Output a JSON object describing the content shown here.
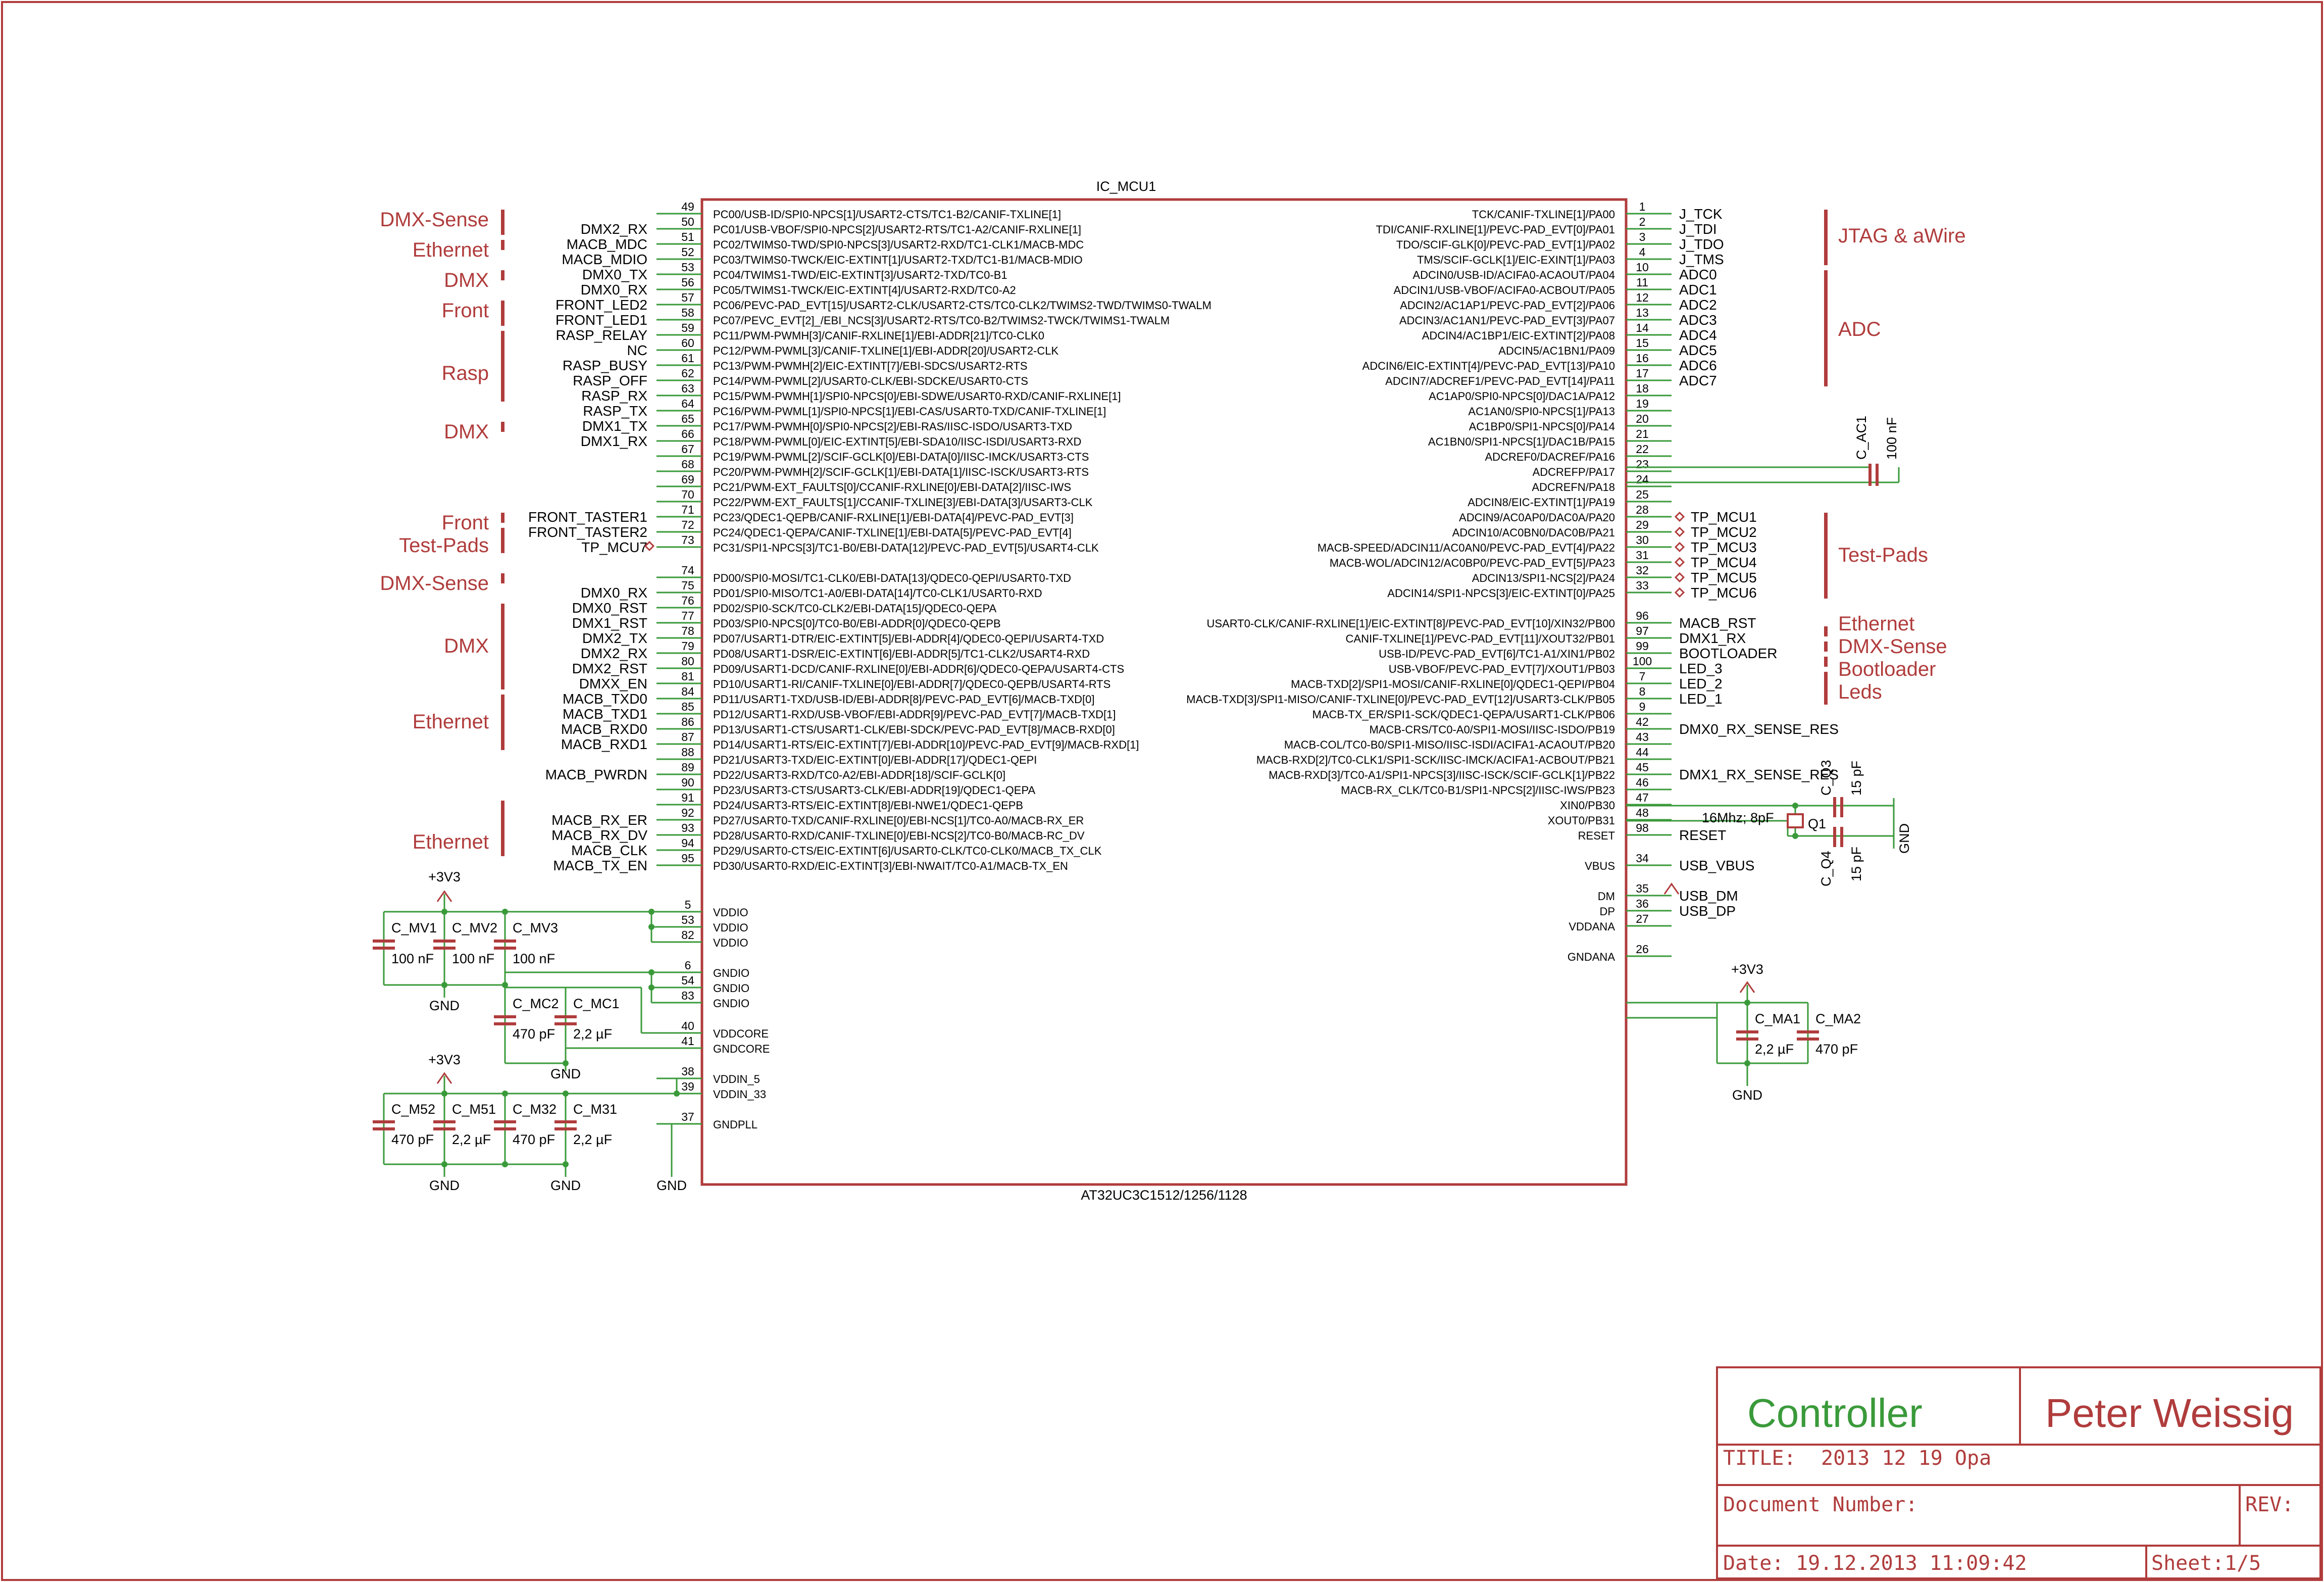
{
  "colors": {
    "frame": "#b03c3c",
    "wire": "#3a9a3a",
    "text": "#000000",
    "group_label": "#b03c3c",
    "title_green": "#3a9a3a",
    "title_red": "#b03c3c"
  },
  "chip": {
    "name": "IC_MCU1",
    "part": "AT32UC3C1512/1256/1128",
    "left_pins": [
      {
        "num": "49",
        "func": "PC00/USB-ID/SPI0-NPCS[1]/USART2-CTS/TC1-B2/CANIF-TXLINE[1]",
        "net": ""
      },
      {
        "num": "50",
        "func": "PC01/USB-VBOF/SPI0-NPCS[2]/USART2-RTS/TC1-A2/CANIF-RXLINE[1]",
        "net": "DMX2_RX"
      },
      {
        "num": "51",
        "func": "PC02/TWIMS0-TWD/SPI0-NPCS[3]/USART2-RXD/TC1-CLK1/MACB-MDC",
        "net": "MACB_MDC"
      },
      {
        "num": "52",
        "func": "PC03/TWIMS0-TWCK/EIC-EXTINT[1]/USART2-TXD/TC1-B1/MACB-MDIO",
        "net": "MACB_MDIO"
      },
      {
        "num": "53",
        "func": "PC04/TWIMS1-TWD/EIC-EXTINT[3]/USART2-TXD/TC0-B1",
        "net": "DMX0_TX"
      },
      {
        "num": "56",
        "func": "PC05/TWIMS1-TWCK/EIC-EXTINT[4]/USART2-RXD/TC0-A2",
        "net": "DMX0_RX"
      },
      {
        "num": "57",
        "func": "PC06/PEVC-PAD_EVT[15]/USART2-CLK/USART2-CTS/TC0-CLK2/TWIMS2-TWD/TWIMS0-TWALM",
        "net": "FRONT_LED2"
      },
      {
        "num": "58",
        "func": "PC07/PEVC_EVT[2]_/EBI_NCS[3]/USART2-RTS/TC0-B2/TWIMS2-TWCK/TWIMS1-TWALM",
        "net": "FRONT_LED1"
      },
      {
        "num": "59",
        "func": "PC11/PWM-PWMH[3]/CANIF-RXLINE[1]/EBI-ADDR[21]/TC0-CLK0",
        "net": "RASP_RELAY"
      },
      {
        "num": "60",
        "func": "PC12/PWM-PWML[3]/CANIF-TXLINE[1]/EBI-ADDR[20]/USART2-CLK",
        "net": "NC"
      },
      {
        "num": "61",
        "func": "PC13/PWM-PWMH[2]/EIC-EXTINT[7]/EBI-SDCS/USART2-RTS",
        "net": "RASP_BUSY"
      },
      {
        "num": "62",
        "func": "PC14/PWM-PWML[2]/USART0-CLK/EBI-SDCKE/USART0-CTS",
        "net": "RASP_OFF"
      },
      {
        "num": "63",
        "func": "PC15/PWM-PWMH[1]/SPI0-NPCS[0]/EBI-SDWE/USART0-RXD/CANIF-RXLINE[1]",
        "net": "RASP_RX"
      },
      {
        "num": "64",
        "func": "PC16/PWM-PWML[1]/SPI0-NPCS[1]/EBI-CAS/USART0-TXD/CANIF-TXLINE[1]",
        "net": "RASP_TX"
      },
      {
        "num": "65",
        "func": "PC17/PWM-PWMH[0]/SPI0-NPCS[2]/EBI-RAS/IISC-ISDO/USART3-TXD",
        "net": "DMX1_TX"
      },
      {
        "num": "66",
        "func": "PC18/PWM-PWML[0]/EIC-EXTINT[5]/EBI-SDA10/IISC-ISDI/USART3-RXD",
        "net": "DMX1_RX"
      },
      {
        "num": "67",
        "func": "PC19/PWM-PWML[2]/SCIF-GCLK[0]/EBI-DATA[0]/IISC-IMCK/USART3-CTS",
        "net": ""
      },
      {
        "num": "68",
        "func": "PC20/PWM-PWMH[2]/SCIF-GCLK[1]/EBI-DATA[1]/IISC-ISCK/USART3-RTS",
        "net": ""
      },
      {
        "num": "69",
        "func": "PC21/PWM-EXT_FAULTS[0]/CCANIF-RXLINE[0]/EBI-DATA[2]/IISC-IWS",
        "net": ""
      },
      {
        "num": "70",
        "func": "PC22/PWM-EXT_FAULTS[1]/CCANIF-TXLINE[3]/EBI-DATA[3]/USART3-CLK",
        "net": ""
      },
      {
        "num": "71",
        "func": "PC23/QDEC1-QEPB/CANIF-RXLINE[1]/EBI-DATA[4]/PEVC-PAD_EVT[3]",
        "net": "FRONT_TASTER1"
      },
      {
        "num": "72",
        "func": "PC24/QDEC1-QEPA/CANIF-TXLINE[1]/EBI-DATA[5]/PEVC-PAD_EVT[4]",
        "net": "FRONT_TASTER2"
      },
      {
        "num": "73",
        "func": "PC31/SPI1-NPCS[3]/TC1-B0/EBI-DATA[12]/PEVC-PAD_EVT[5]/USART4-CLK",
        "net": "TP_MCU7"
      },
      {
        "num": "74",
        "func": "PD00/SPI0-MOSI/TC1-CLK0/EBI-DATA[13]/QDEC0-QEPI/USART0-TXD",
        "net": ""
      },
      {
        "num": "75",
        "func": "PD01/SPI0-MISO/TC1-A0/EBI-DATA[14]/TC0-CLK1/USART0-RXD",
        "net": "DMX0_RX"
      },
      {
        "num": "76",
        "func": "PD02/SPI0-SCK/TC0-CLK2/EBI-DATA[15]/QDEC0-QEPA",
        "net": "DMX0_RST"
      },
      {
        "num": "77",
        "func": "PD03/SPI0-NPCS[0]/TC0-B0/EBI-ADDR[0]/QDEC0-QEPB",
        "net": "DMX1_RST"
      },
      {
        "num": "78",
        "func": "PD07/USART1-DTR/EIC-EXTINT[5]/EBI-ADDR[4]/QDEC0-QEPI/USART4-TXD",
        "net": "DMX2_TX"
      },
      {
        "num": "79",
        "func": "PD08/USART1-DSR/EIC-EXTINT[6]/EBI-ADDR[5]/TC1-CLK2/USART4-RXD",
        "net": "DMX2_RX"
      },
      {
        "num": "80",
        "func": "PD09/USART1-DCD/CANIF-RXLINE[0]/EBI-ADDR[6]/QDEC0-QEPA/USART4-CTS",
        "net": "DMX2_RST"
      },
      {
        "num": "81",
        "func": "PD10/USART1-RI/CANIF-TXLINE[0]/EBI-ADDR[7]/QDEC0-QEPB/USART4-RTS",
        "net": "DMXX_EN"
      },
      {
        "num": "84",
        "func": "PD11/USART1-TXD/USB-ID/EBI-ADDR[8]/PEVC-PAD_EVT[6]/MACB-TXD[0]",
        "net": "MACB_TXD0"
      },
      {
        "num": "85",
        "func": "PD12/USART1-RXD/USB-VBOF/EBI-ADDR[9]/PEVC-PAD_EVT[7]/MACB-TXD[1]",
        "net": "MACB_TXD1"
      },
      {
        "num": "86",
        "func": "PD13/USART1-CTS/USART1-CLK/EBI-SDCK/PEVC-PAD_EVT[8]/MACB-RXD[0]",
        "net": "MACB_RXD0"
      },
      {
        "num": "87",
        "func": "PD14/USART1-RTS/EIC-EXTINT[7]/EBI-ADDR[10]/PEVC-PAD_EVT[9]/MACB-RXD[1]",
        "net": "MACB_RXD1"
      },
      {
        "num": "88",
        "func": "PD21/USART3-TXD/EIC-EXTINT[0]/EBI-ADDR[17]/QDEC1-QEPI",
        "net": ""
      },
      {
        "num": "89",
        "func": "PD22/USART3-RXD/TC0-A2/EBI-ADDR[18]/SCIF-GCLK[0]",
        "net": "MACB_PWRDN"
      },
      {
        "num": "90",
        "func": "PD23/USART3-CTS/USART3-CLK/EBI-ADDR[19]/QDEC1-QEPA",
        "net": ""
      },
      {
        "num": "91",
        "func": "PD24/USART3-RTS/EIC-EXTINT[8]/EBI-NWE1/QDEC1-QEPB",
        "net": ""
      },
      {
        "num": "92",
        "func": "PD27/USART0-TXD/CANIF-RXLINE[0]/EBI-NCS[1]/TC0-A0/MACB-RX_ER",
        "net": "MACB_RX_ER"
      },
      {
        "num": "93",
        "func": "PD28/USART0-RXD/CANIF-TXLINE[0]/EBI-NCS[2]/TC0-B0/MACB-RC_DV",
        "net": "MACB_RX_DV"
      },
      {
        "num": "94",
        "func": "PD29/USART0-CTS/EIC-EXTINT[6]/USART0-CLK/TC0-CLK0/MACB_TX_CLK",
        "net": "MACB_CLK"
      },
      {
        "num": "95",
        "func": "PD30/USART0-RXD/EIC-EXTINT[3]/EBI-NWAIT/TC0-A1/MACB-TX_EN",
        "net": "MACB_TX_EN"
      }
    ],
    "left_power_pins": [
      {
        "num": "5",
        "func": "VDDIO"
      },
      {
        "num": "53",
        "func": "VDDIO"
      },
      {
        "num": "82",
        "func": "VDDIO"
      },
      {
        "num": "6",
        "func": "GNDIO"
      },
      {
        "num": "54",
        "func": "GNDIO"
      },
      {
        "num": "83",
        "func": "GNDIO"
      },
      {
        "num": "40",
        "func": "VDDCORE"
      },
      {
        "num": "41",
        "func": "GNDCORE"
      },
      {
        "num": "38",
        "func": "VDDIN_5"
      },
      {
        "num": "39",
        "func": "VDDIN_33"
      },
      {
        "num": "37",
        "func": "GNDPLL"
      }
    ],
    "right_pins": [
      {
        "num": "1",
        "func": "TCK/CANIF-TXLINE[1]/PA00",
        "net": "J_TCK"
      },
      {
        "num": "2",
        "func": "TDI/CANIF-RXLINE[1]/PEVC-PAD_EVT[0]/PA01",
        "net": "J_TDI"
      },
      {
        "num": "3",
        "func": "TDO/SCIF-GLK[0]/PEVC-PAD_EVT[1]/PA02",
        "net": "J_TDO"
      },
      {
        "num": "4",
        "func": "TMS/SCIF-GCLK[1]/EIC-EXINT[1]/PA03",
        "net": "J_TMS"
      },
      {
        "num": "10",
        "func": "ADCIN0/USB-ID/ACIFA0-ACAOUT/PA04",
        "net": "ADC0"
      },
      {
        "num": "11",
        "func": "ADCIN1/USB-VBOF/ACIFA0-ACBOUT/PA05",
        "net": "ADC1"
      },
      {
        "num": "12",
        "func": "ADCIN2/AC1AP1/PEVC-PAD_EVT[2]/PA06",
        "net": "ADC2"
      },
      {
        "num": "13",
        "func": "ADCIN3/AC1AN1/PEVC-PAD_EVT[3]/PA07",
        "net": "ADC3"
      },
      {
        "num": "14",
        "func": "ADCIN4/AC1BP1/EIC-EXTINT[2]/PA08",
        "net": "ADC4"
      },
      {
        "num": "15",
        "func": "ADCIN5/AC1BN1/PA09",
        "net": "ADC5"
      },
      {
        "num": "16",
        "func": "ADCIN6/EIC-EXTINT[4]/PEVC-PAD_EVT[13]/PA10",
        "net": "ADC6"
      },
      {
        "num": "17",
        "func": "ADCIN7/ADCREF1/PEVC-PAD_EVT[14]/PA11",
        "net": "ADC7"
      },
      {
        "num": "18",
        "func": "AC1AP0/SPI0-NPCS[0]/DAC1A/PA12",
        "net": ""
      },
      {
        "num": "19",
        "func": "AC1AN0/SPI0-NPCS[1]/PA13",
        "net": ""
      },
      {
        "num": "20",
        "func": "AC1BP0/SPI1-NPCS[0]/PA14",
        "net": ""
      },
      {
        "num": "21",
        "func": "AC1BN0/SPI1-NPCS[1]/DAC1B/PA15",
        "net": ""
      },
      {
        "num": "22",
        "func": "ADCREF0/DACREF/PA16",
        "net": ""
      },
      {
        "num": "23",
        "func": "ADCREFP/PA17",
        "net": ""
      },
      {
        "num": "24",
        "func": "ADCREFN/PA18",
        "net": ""
      },
      {
        "num": "25",
        "func": "ADCIN8/EIC-EXTINT[1]/PA19",
        "net": ""
      },
      {
        "num": "28",
        "func": "ADCIN9/AC0AP0/DAC0A/PA20",
        "net": "TP_MCU1"
      },
      {
        "num": "29",
        "func": "ADCIN10/AC0BN0/DAC0B/PA21",
        "net": "TP_MCU2"
      },
      {
        "num": "30",
        "func": "MACB-SPEED/ADCIN11/AC0AN0/PEVC-PAD_EVT[4]/PA22",
        "net": "TP_MCU3"
      },
      {
        "num": "31",
        "func": "MACB-WOL/ADCIN12/AC0BP0/PEVC-PAD_EVT[5]/PA23",
        "net": "TP_MCU4"
      },
      {
        "num": "32",
        "func": "ADCIN13/SPI1-NCS[2]/PA24",
        "net": "TP_MCU5"
      },
      {
        "num": "33",
        "func": "ADCIN14/SPI1-NPCS[3]/EIC-EXTINT[0]/PA25",
        "net": "TP_MCU6"
      },
      {
        "num": "96",
        "func": "USART0-CLK/CANIF-RXLINE[1]/EIC-EXTINT[8]/PEVC-PAD_EVT[10]/XIN32/PB00",
        "net": "MACB_RST"
      },
      {
        "num": "97",
        "func": "CANIF-TXLINE[1]/PEVC-PAD_EVT[11]/XOUT32/PB01",
        "net": "DMX1_RX"
      },
      {
        "num": "99",
        "func": "USB-ID/PEVC-PAD_EVT[6]/TC1-A1/XIN1/PB02",
        "net": "BOOTLOADER"
      },
      {
        "num": "100",
        "func": "USB-VBOF/PEVC-PAD_EVT[7]/XOUT1/PB03",
        "net": "LED_3"
      },
      {
        "num": "7",
        "func": "MACB-TXD[2]/SPI1-MOSI/CANIF-RXLINE[0]/QDEC1-QEPI/PB04",
        "net": "LED_2"
      },
      {
        "num": "8",
        "func": "MACB-TXD[3]/SPI1-MISO/CANIF-TXLINE[0]/PEVC-PAD_EVT[12]/USART3-CLK/PB05",
        "net": "LED_1"
      },
      {
        "num": "9",
        "func": "MACB-TX_ER/SPI1-SCK/QDEC1-QEPA/USART1-CLK/PB06",
        "net": ""
      },
      {
        "num": "42",
        "func": "MACB-CRS/TC0-A0/SPI1-MOSI/IISC-ISDO/PB19",
        "net": "DMX0_RX_SENSE_RES"
      },
      {
        "num": "43",
        "func": "MACB-COL/TC0-B0/SPI1-MISO/IISC-ISDI/ACIFA1-ACAOUT/PB20",
        "net": ""
      },
      {
        "num": "44",
        "func": "MACB-RXD[2]/TC0-CLK1/SPI1-SCK/IISC-IMCK/ACIFA1-ACBOUT/PB21",
        "net": ""
      },
      {
        "num": "45",
        "func": "MACB-RXD[3]/TC0-A1/SPI1-NPCS[3]/IISC-ISCK/SCIF-GCLK[1]/PB22",
        "net": "DMX1_RX_SENSE_RES"
      },
      {
        "num": "46",
        "func": "MACB-RX_CLK/TC0-B1/SPI1-NPCS[2]/IISC-IWS/PB23",
        "net": ""
      },
      {
        "num": "47",
        "func": "XIN0/PB30",
        "net": ""
      },
      {
        "num": "48",
        "func": "XOUT0/PB31",
        "net": ""
      },
      {
        "num": "98",
        "func": "RESET",
        "net": "RESET"
      },
      {
        "num": "34",
        "func": "VBUS",
        "net": "USB_VBUS"
      },
      {
        "num": "35",
        "func": "DM",
        "net": "USB_DM"
      },
      {
        "num": "36",
        "func": "DP",
        "net": "USB_DP"
      },
      {
        "num": "27",
        "func": "VDDANA",
        "net": ""
      },
      {
        "num": "26",
        "func": "GNDANA",
        "net": ""
      }
    ]
  },
  "left_groups": [
    {
      "label": "DMX-Sense"
    },
    {
      "label": "Ethernet"
    },
    {
      "label": "DMX"
    },
    {
      "label": "Front"
    },
    {
      "label": "Rasp"
    },
    {
      "label": "DMX"
    },
    {
      "label": "Front"
    },
    {
      "label": "Test-Pads"
    },
    {
      "label": "DMX-Sense"
    },
    {
      "label": "DMX"
    },
    {
      "label": "Ethernet"
    },
    {
      "label": "Ethernet"
    }
  ],
  "right_groups": [
    {
      "label": "JTAG & aWire"
    },
    {
      "label": "ADC"
    },
    {
      "label": "Test-Pads"
    },
    {
      "label": "Ethernet"
    },
    {
      "label": "DMX-Sense"
    },
    {
      "label": "Bootloader"
    },
    {
      "label": "Leds"
    }
  ],
  "components": {
    "c_ac1": {
      "name": "C_AC1",
      "value": "100 nF"
    },
    "c_q3": {
      "name": "C_Q3",
      "value": "15 pF"
    },
    "c_q4": {
      "name": "C_Q4",
      "value": "15 pF"
    },
    "q1": {
      "name": "Q1",
      "value": "16Mhz; 8pF"
    },
    "gnd_xtal": "GND",
    "mv": [
      {
        "name": "C_MV1",
        "value": "100 nF"
      },
      {
        "name": "C_MV2",
        "value": "100 nF"
      },
      {
        "name": "C_MV3",
        "value": "100 nF"
      }
    ],
    "mc": [
      {
        "name": "C_MC2",
        "value": "470 pF"
      },
      {
        "name": "C_MC1",
        "value": "2,2 µF"
      }
    ],
    "m": [
      {
        "name": "C_M52",
        "value": "470 pF"
      },
      {
        "name": "C_M51",
        "value": "2,2 µF"
      },
      {
        "name": "C_M32",
        "value": "470 pF"
      },
      {
        "name": "C_M31",
        "value": "2,2 µF"
      }
    ],
    "ma": [
      {
        "name": "C_MA1",
        "value": "2,2 µF"
      },
      {
        "name": "C_MA2",
        "value": "470 pF"
      }
    ],
    "supply": "+3V3",
    "gnd": "GND"
  },
  "title_block": {
    "project": "Controller",
    "author": "Peter Weissig",
    "title_label": "TITLE:",
    "title_value": "2013 12 19 Opa",
    "docnum_label": "Document Number:",
    "rev_label": "REV:",
    "date_label": "Date:",
    "date_value": "19.12.2013 11:09:42",
    "sheet_label": "Sheet:",
    "sheet_value": "1/5"
  }
}
